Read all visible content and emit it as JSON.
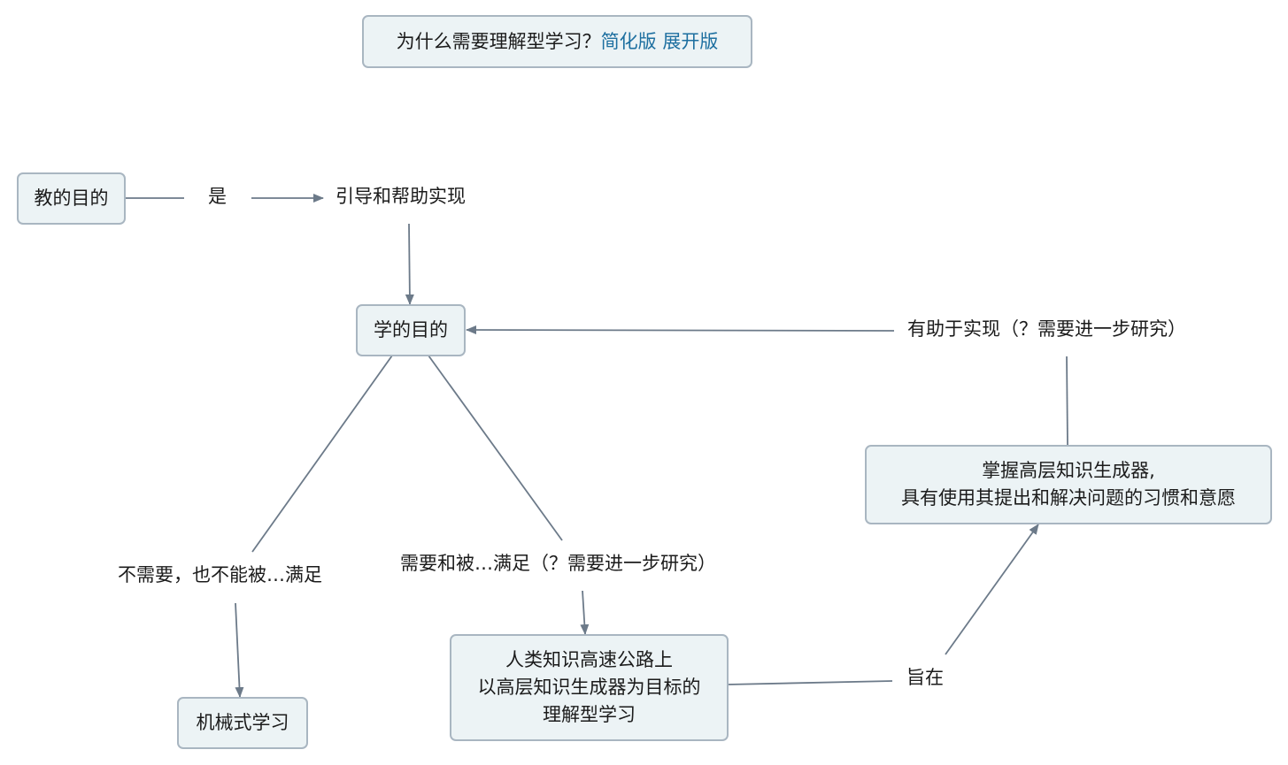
{
  "header": {
    "question": "为什么需要理解型学习？",
    "link_simple": "简化版",
    "link_expanded": "展开版"
  },
  "nodes": {
    "teaching_goal": "教的目的",
    "learning_goal": "学的目的",
    "rote_learning": "机械式学习",
    "understanding_learning": [
      "人类知识高速公路上",
      "以高层知识生成器为目标的",
      "理解型学习"
    ],
    "mastery": [
      "掌握高层知识生成器,",
      "具有使用其提出和解决问题的习惯和意愿"
    ]
  },
  "labels": {
    "is": "是",
    "guide_help": "引导和帮助实现",
    "not_needed": "不需要，也不能被…满足",
    "needed": "需要和被…满足（？需要进一步研究）",
    "aim": "旨在",
    "helps_realize": "有助于实现（？需要进一步研究）"
  },
  "colors": {
    "node_fill": "#ecf3f5",
    "node_border": "#a9b6c1",
    "edge": "#6c7a89",
    "link": "#1d6fa0"
  }
}
